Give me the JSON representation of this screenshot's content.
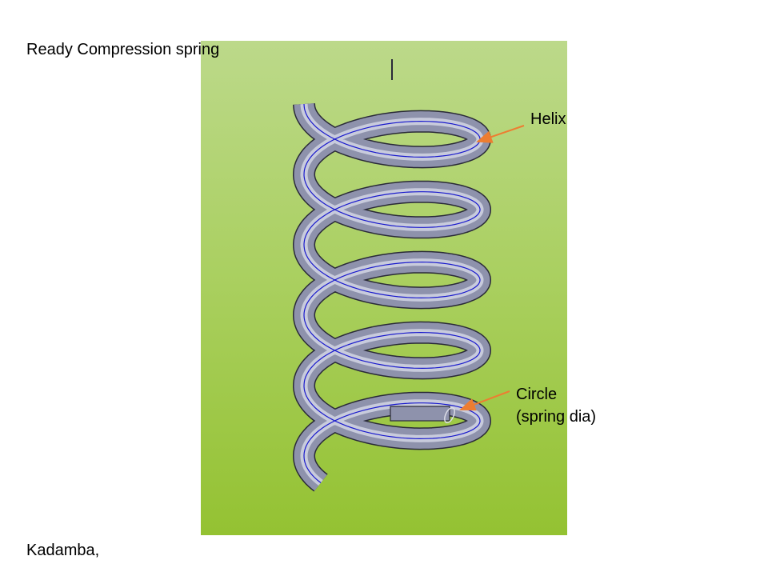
{
  "slide": {
    "title": "Ready Compression spring",
    "footer": "Kadamba,"
  },
  "annotations": {
    "helix": "Helix",
    "circle_line1": "Circle",
    "circle_line2": "(spring dia)"
  },
  "colors": {
    "background_top": "#bcd98a",
    "background_bottom": "#94c232",
    "spring_body": "#8e92ac",
    "spring_highlight": "#c8cbdc",
    "helix_line": "#1a1acc",
    "arrow": "#ed7d31"
  }
}
